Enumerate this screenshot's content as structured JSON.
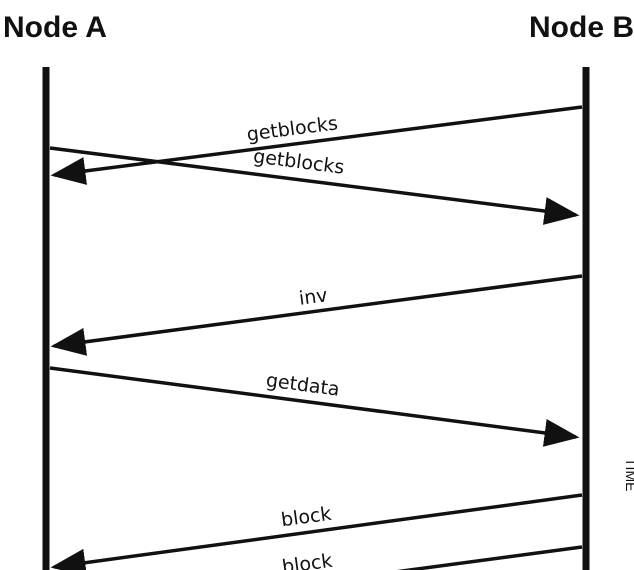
{
  "nodes": {
    "left": {
      "label": "Node A"
    },
    "right": {
      "label": "Node B"
    }
  },
  "messages": [
    {
      "label": "getblocks",
      "from": "Node B",
      "to": "Node A"
    },
    {
      "label": "getblocks",
      "from": "Node A",
      "to": "Node B"
    },
    {
      "label": "inv",
      "from": "Node B",
      "to": "Node A"
    },
    {
      "label": "getdata",
      "from": "Node A",
      "to": "Node B"
    },
    {
      "label": "block",
      "from": "Node B",
      "to": "Node A"
    },
    {
      "label": "block",
      "from": "Node B",
      "to": "Node A"
    }
  ],
  "time_axis": {
    "label": "TIME"
  },
  "colors": {
    "line": "#111111",
    "background": "#ffffff"
  }
}
